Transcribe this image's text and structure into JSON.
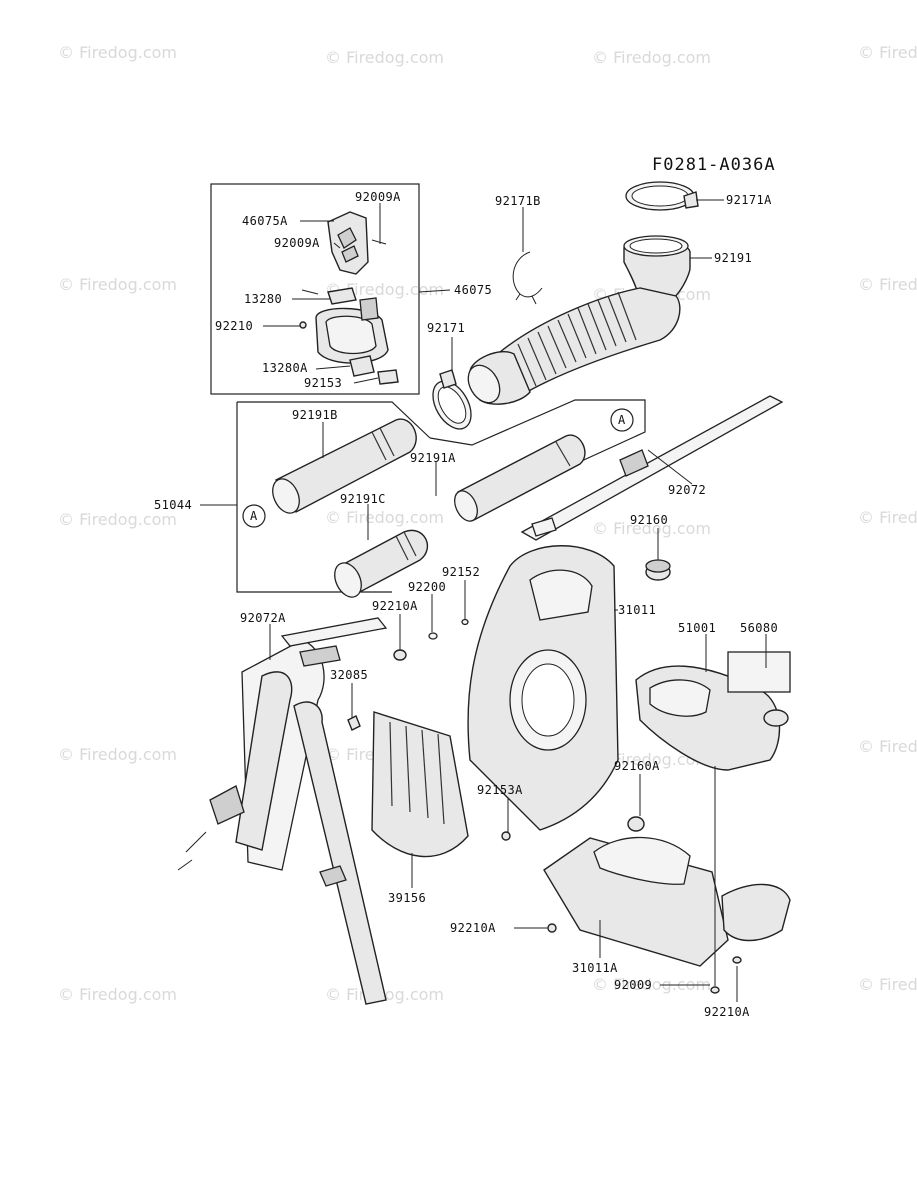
{
  "diagram": {
    "code": "F0281-A036A",
    "watermark": "© Firedog.com",
    "callouts": {
      "p92171A": "92171A",
      "p92171B": "92171B",
      "p92191": "92191",
      "p92009A_top": "92009A",
      "p46075A": "46075A",
      "p92009A_mid": "92009A",
      "p46075": "46075",
      "p13280": "13280",
      "p92210": "92210",
      "p92171": "92171",
      "p13280A": "13280A",
      "p92153": "92153",
      "p92191B": "92191B",
      "p92191A": "92191A",
      "p92072": "92072",
      "p51044": "51044",
      "p92191C": "92191C",
      "p92160": "92160",
      "p92152": "92152",
      "p92200": "92200",
      "p92210A_a": "92210A",
      "p31011": "31011",
      "p92072A": "92072A",
      "p51001": "51001",
      "p56080": "56080",
      "p32085": "32085",
      "p92160A": "92160A",
      "p92153A": "92153A",
      "p39156": "39156",
      "p92210A_b": "92210A",
      "p31011A": "31011A",
      "p92009": "92009",
      "p92210A_c": "92210A"
    },
    "ref_marks": {
      "a_left": "A",
      "a_right": "A"
    }
  }
}
